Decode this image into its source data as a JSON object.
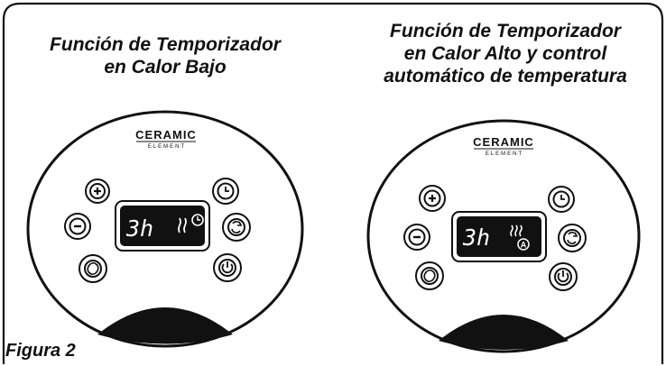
{
  "headings": {
    "left": [
      "Función de Temporizador",
      "en Calor Bajo"
    ],
    "right": [
      "Función de Temporizador",
      "en Calor Alto y control",
      "automático de temperatura"
    ]
  },
  "brand": {
    "name": "CERAMIC",
    "sub": "E·L·E·M·E·N·T"
  },
  "panels": {
    "left": {
      "display_text": "3h",
      "heat_mode": "low-heat",
      "show_auto": false
    },
    "right": {
      "display_text": "3h",
      "heat_mode": "high-heat",
      "show_auto": true,
      "auto_symbol": "A"
    }
  },
  "buttons": [
    "plus-icon",
    "minus-icon",
    "oscillation-icon",
    "timer-icon",
    "cycle-icon",
    "power-icon"
  ],
  "caption": "Figura 2",
  "colors": {
    "ink": "#111111",
    "background": "#ffffff"
  }
}
